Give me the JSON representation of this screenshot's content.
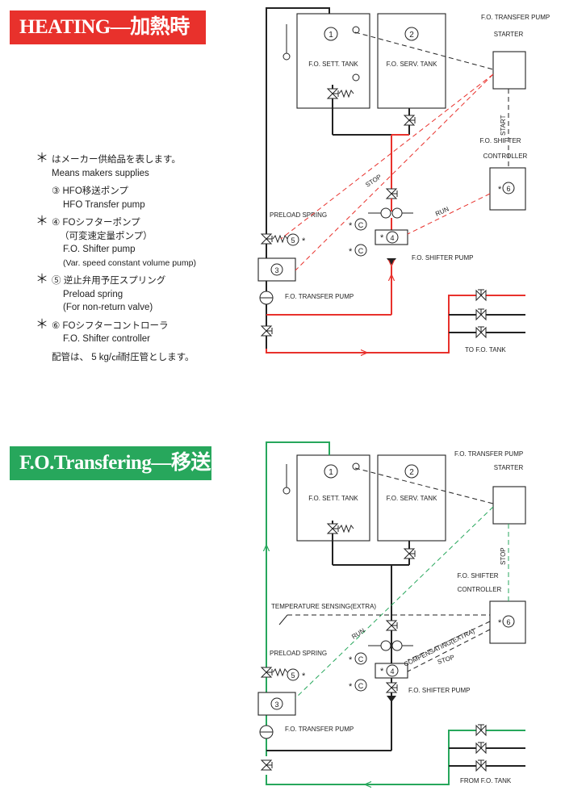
{
  "heating": {
    "banner": "HEATING—加熱時",
    "labels": {
      "transfer_pump_top": "F.O. TRANSFER PUMP",
      "starter": "STARTER",
      "tank1": "F.O. SETT. TANK",
      "tank2": "F.O. SERV. TANK",
      "num1": "1",
      "num2": "2",
      "start": "START",
      "shifter_controller_1": "F.O. SHIFTER",
      "shifter_controller_2": "CONTROLLER",
      "stop": "STOP",
      "run": "RUN",
      "preload_spring": "PRELOAD SPRING",
      "num5": "5",
      "num4": "4",
      "num6": "6",
      "num3": "3",
      "c": "C",
      "shifter_pump": "F.O. SHIFTER PUMP",
      "transfer_pump": "F.O. TRANSFER PUMP",
      "to_tank": "TO F.O. TANK"
    }
  },
  "notes": {
    "n1_jp": "はメーカー供給品を表します。",
    "n1_en": "Means makers supplies",
    "n3_jp": "③ HFO移送ポンプ",
    "n3_en": "HFO Transfer pump",
    "n4_jp": "④ FOシフターポンプ",
    "n4_jp2": "（可変速定量ポンプ）",
    "n4_en": "F.O. Shifter pump",
    "n4_en2": "(Var. speed constant volume pump)",
    "n5_jp": "⑤ 逆止弁用予圧スプリング",
    "n5_en": "Preload spring",
    "n5_en2": "(For non-return valve)",
    "n6_jp": "⑥ FOシフターコントローラ",
    "n6_en": "F.O. Shifter controller",
    "footer": "配管は、 5 kg/㎠耐圧管とします。"
  },
  "transfer": {
    "banner": "F.O.Transfering—移送時",
    "labels": {
      "transfer_pump_top": "F.O. TRANSFER PUMP",
      "starter": "STARTER",
      "tank1": "F.O. SETT. TANK",
      "tank2": "F.O. SERV. TANK",
      "num1": "1",
      "num2": "2",
      "stop_vertical": "STOP",
      "shifter_controller_1": "F.O. SHIFTER",
      "shifter_controller_2": "CONTROLLER",
      "temperature": "TEMPERATURE SENSING(EXTRA)",
      "run": "RUN",
      "compensating": "COMPENSATING(EXTRA)",
      "stop": "STOP",
      "preload_spring": "PRELOAD SPRING",
      "num5": "5",
      "num4": "4",
      "num6": "6",
      "num3": "3",
      "c": "C",
      "shifter_pump": "F.O. SHIFTER PUMP",
      "transfer_pump": "F.O. TRANSFER PUMP",
      "from_tank": "FROM F.O. TANK"
    }
  },
  "colors": {
    "heating": "#e8312c",
    "transfer": "#27a75c",
    "line": "#222222"
  }
}
